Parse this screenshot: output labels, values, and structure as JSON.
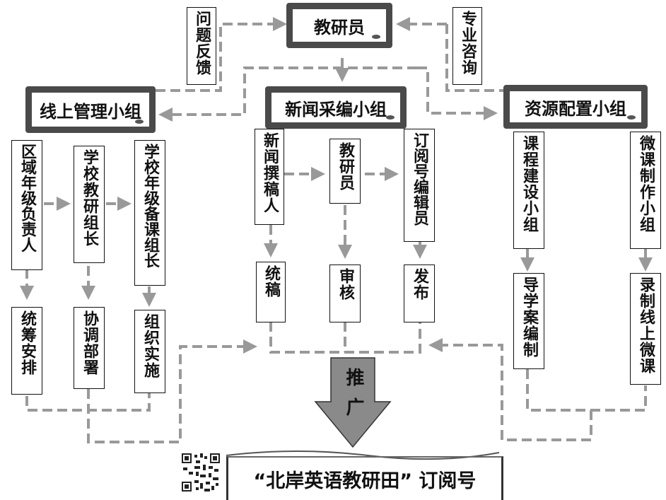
{
  "nodes": {
    "researcher": "教研员",
    "online_group": "线上管理小组",
    "news_group": "新闻采编小组",
    "resource_group": "资源配置小组",
    "feedback": "问题反馈",
    "consult": "专业咨询",
    "district_lead": "区域年级负责人",
    "school_lead": "学校教研组长",
    "grade_lead": "学校年级备课组长",
    "coord_all": "统筹安排",
    "coordinate": "协调部署",
    "organize": "组织实施",
    "news_writer": "新闻撰稿人",
    "news_researcher": "教研员",
    "editor": "订阅号编辑员",
    "draft": "统稿",
    "review": "审核",
    "publish": "发布",
    "course_group": "课程建设小组",
    "micro_group": "微课制作小组",
    "guide": "导学案编制",
    "record": "录制线上微课",
    "promote": "推广",
    "banner": "“北岸英语教研田” 订阅号"
  }
}
